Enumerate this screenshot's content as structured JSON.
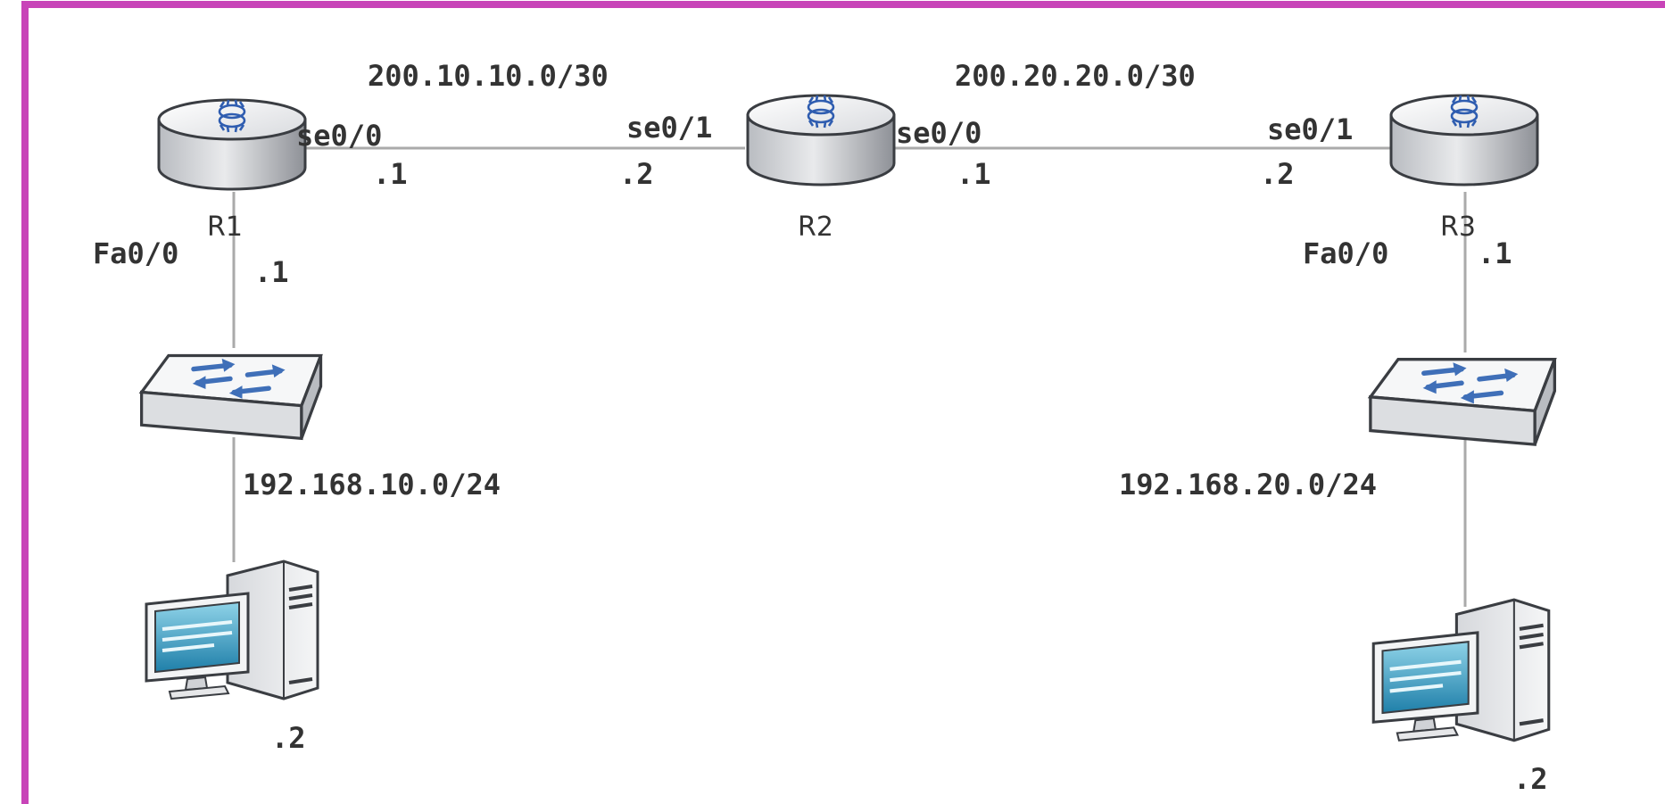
{
  "colors": {
    "frame": "#c844b8",
    "link": "#aaaaaa",
    "text": "#333333"
  },
  "links": {
    "wan1_subnet": "200.10.10.0/30",
    "wan2_subnet": "200.20.20.0/30",
    "lan1_subnet": "192.168.10.0/24",
    "lan2_subnet": "192.168.20.0/24"
  },
  "routers": {
    "r1": {
      "name": "R1",
      "serial_if": "se0/0",
      "serial_ip": ".1",
      "lan_if": "Fa0/0",
      "lan_ip": ".1",
      "icon": "router-icon"
    },
    "r2": {
      "name": "R2",
      "serial_left_if": "se0/1",
      "serial_left_ip": ".2",
      "serial_right_if": "se0/0",
      "serial_right_ip": ".1",
      "icon": "router-icon"
    },
    "r3": {
      "name": "R3",
      "serial_if": "se0/1",
      "serial_ip": ".2",
      "lan_if": "Fa0/0",
      "lan_ip": ".1",
      "icon": "router-icon"
    }
  },
  "switches": {
    "sw1": {
      "icon": "switch-icon"
    },
    "sw2": {
      "icon": "switch-icon"
    }
  },
  "hosts": {
    "pc1": {
      "ip": ".2",
      "icon": "workstation-icon"
    },
    "pc2": {
      "ip": ".2",
      "icon": "workstation-icon"
    }
  }
}
